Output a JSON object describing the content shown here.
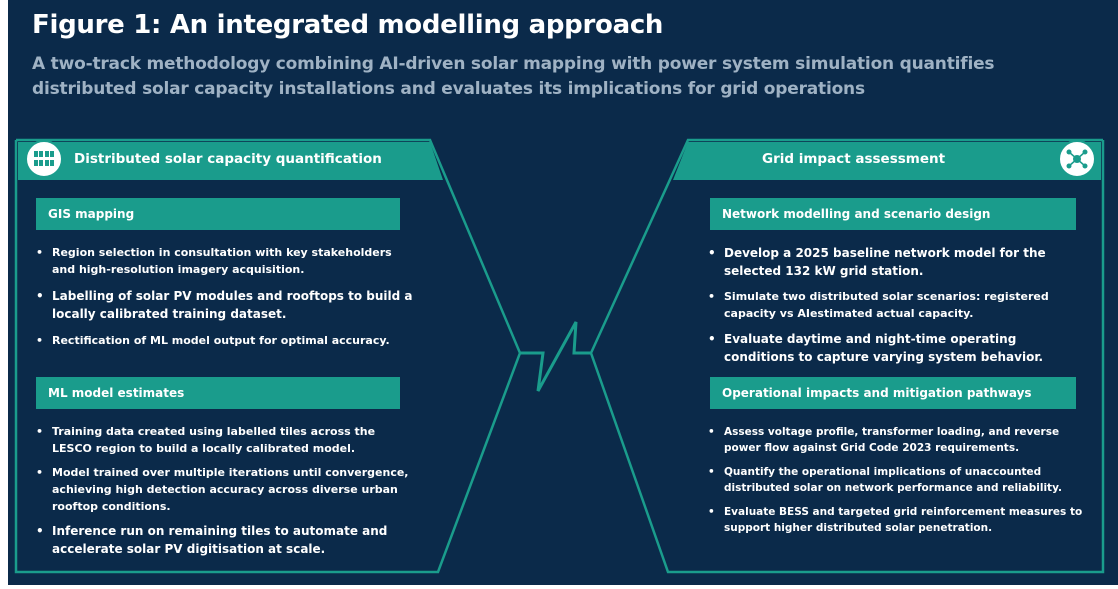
{
  "title": "Figure 1: An integrated modelling approach",
  "subtitle": "A two-track methodology combining AI-driven solar mapping with power system simulation quantifies distributed solar capacity installations and evaluates its implications for grid operations",
  "colors": {
    "background": "#0b2a4a",
    "accent": "#1a9c8c",
    "text": "#ffffff",
    "subtitle": "#9fb2c4"
  },
  "left": {
    "heading": "Distributed solar capacity quantification",
    "icon": "solar-panels-icon",
    "sections": [
      {
        "title": "GIS mapping",
        "items": [
          "Region selection in consultation with key stakeholders and high-resolution imagery acquisition.",
          "Labelling of solar PV modules and rooftops to build a locally calibrated training dataset.",
          "Rectification of ML model output for optimal accuracy."
        ]
      },
      {
        "title": "ML model estimates",
        "items": [
          "Training data created using labelled tiles across the LESCO region to build a locally calibrated model.",
          "Model trained over multiple iterations until convergence, achieving high detection accuracy across diverse urban rooftop conditions.",
          "Inference run on remaining tiles to automate and accelerate solar PV digitisation at scale."
        ]
      }
    ]
  },
  "right": {
    "heading": "Grid impact assessment",
    "icon": "grid-network-icon",
    "sections": [
      {
        "title": "Network modelling and scenario design",
        "items": [
          "Develop a 2025 baseline network model for the selected 132 kW grid station.",
          "Simulate two distributed solar scenarios: registered capacity vs AIestimated actual capacity.",
          "Evaluate daytime and night-time operating conditions to capture varying system behavior."
        ]
      },
      {
        "title": "Operational impacts and mitigation pathways",
        "items": [
          "Assess voltage profile, transformer loading, and reverse power flow against Grid Code 2023 requirements.",
          "Quantify the operational implications of unaccounted distributed solar on network performance and reliability.",
          "Evaluate BESS and targeted grid reinforcement measures to support higher distributed solar penetration."
        ]
      }
    ]
  }
}
